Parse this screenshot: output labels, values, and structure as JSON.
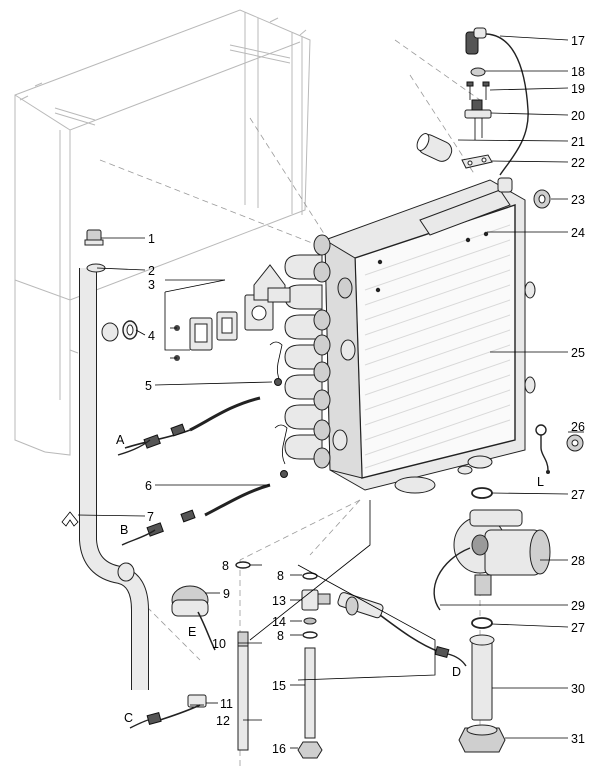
{
  "diagram": {
    "callouts": [
      {
        "id": "c1",
        "text": "1"
      },
      {
        "id": "c2",
        "text": "2"
      },
      {
        "id": "c3",
        "text": "3"
      },
      {
        "id": "c4",
        "text": "4"
      },
      {
        "id": "c5",
        "text": "5"
      },
      {
        "id": "c6",
        "text": "6"
      },
      {
        "id": "c7",
        "text": "7"
      },
      {
        "id": "c8a",
        "text": "8"
      },
      {
        "id": "c9",
        "text": "9"
      },
      {
        "id": "c10",
        "text": "10"
      },
      {
        "id": "c11",
        "text": "11"
      },
      {
        "id": "c12",
        "text": "12"
      },
      {
        "id": "c8b",
        "text": "8"
      },
      {
        "id": "c13",
        "text": "13"
      },
      {
        "id": "c14",
        "text": "14"
      },
      {
        "id": "c8c",
        "text": "8"
      },
      {
        "id": "c15",
        "text": "15"
      },
      {
        "id": "c16",
        "text": "16"
      },
      {
        "id": "c17",
        "text": "17"
      },
      {
        "id": "c18",
        "text": "18"
      },
      {
        "id": "c19",
        "text": "19"
      },
      {
        "id": "c20",
        "text": "20"
      },
      {
        "id": "c21",
        "text": "21"
      },
      {
        "id": "c22",
        "text": "22"
      },
      {
        "id": "c23",
        "text": "23"
      },
      {
        "id": "c24",
        "text": "24"
      },
      {
        "id": "c25",
        "text": "25"
      },
      {
        "id": "c26",
        "text": "26"
      },
      {
        "id": "c27a",
        "text": "27"
      },
      {
        "id": "c28",
        "text": "28"
      },
      {
        "id": "c29",
        "text": "29"
      },
      {
        "id": "c27b",
        "text": "27"
      },
      {
        "id": "c30",
        "text": "30"
      },
      {
        "id": "c31",
        "text": "31"
      }
    ],
    "connector_letters": [
      {
        "id": "A",
        "text": "A"
      },
      {
        "id": "B",
        "text": "B"
      },
      {
        "id": "C",
        "text": "C"
      },
      {
        "id": "D",
        "text": "D"
      },
      {
        "id": "E",
        "text": "E"
      },
      {
        "id": "L",
        "text": "L"
      }
    ]
  }
}
